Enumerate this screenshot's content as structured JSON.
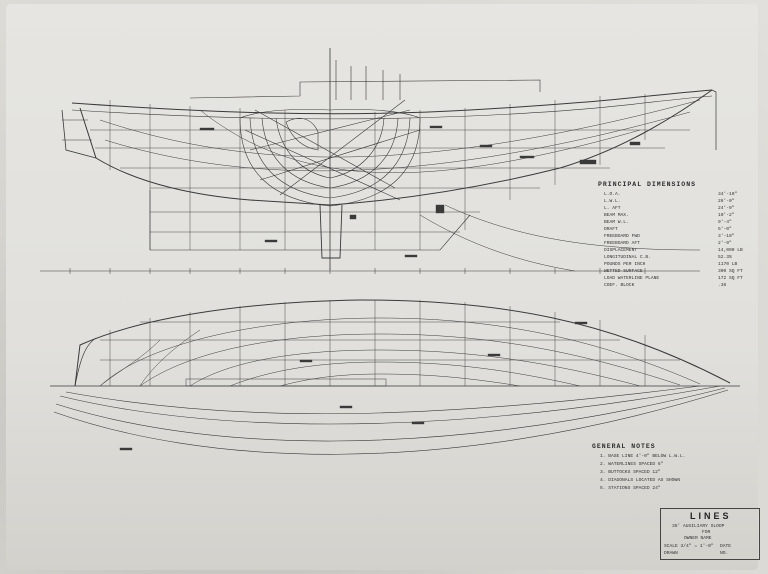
{
  "principal_dimensions": {
    "title": "PRINCIPAL DIMENSIONS",
    "rows": [
      {
        "label": "L.O.A.",
        "value": "34'-10\""
      },
      {
        "label": "L.W.L.",
        "value": "26'-0\""
      },
      {
        "label": "L. AFT",
        "value": "24'-9\""
      },
      {
        "label": "BEAM MAX.",
        "value": "10'-2\""
      },
      {
        "label": "BEAM W.L.",
        "value": "9'-4\""
      },
      {
        "label": "DRAFT",
        "value": "5'-0\""
      },
      {
        "label": "FREEBOARD FWD",
        "value": "3'-10\""
      },
      {
        "label": "FREEBOARD AFT",
        "value": "2'-9\""
      },
      {
        "label": "DISPLACEMENT",
        "value": "14,000 LB"
      },
      {
        "label": "LONGITUDINAL C.B.",
        "value": "52.3%"
      },
      {
        "label": "POUNDS PER INCH",
        "value": "1170 LB"
      },
      {
        "label": "WETTED SURFACE",
        "value": "300 SQ FT"
      },
      {
        "label": "LOAD WATERLINE PLANE",
        "value": "172 SQ FT"
      },
      {
        "label": "COEF. BLOCK",
        "value": ".36"
      }
    ]
  },
  "general_notes": {
    "title": "GENERAL NOTES",
    "items": [
      "1. BASE LINE 4'-0\" BELOW L.W.L.",
      "2. WATERLINES SPACED 6\"",
      "3. BUTTOCKS SPACED 12\"",
      "4. DIAGONALS LOCATED AS SHOWN",
      "5. STATIONS SPACED 24\""
    ]
  },
  "title_block": {
    "title": "LINES",
    "line1": "35' AUXILIARY SLOOP",
    "line2": "FOR",
    "line3": "OWNER NAME",
    "drawn": "DRAWN",
    "scale": "SCALE 3/4\" = 1'-0\"",
    "date": "DATE",
    "no": "NO."
  },
  "colors": {
    "ink": "#3a3a3a",
    "paper": "#e2e0dc"
  }
}
